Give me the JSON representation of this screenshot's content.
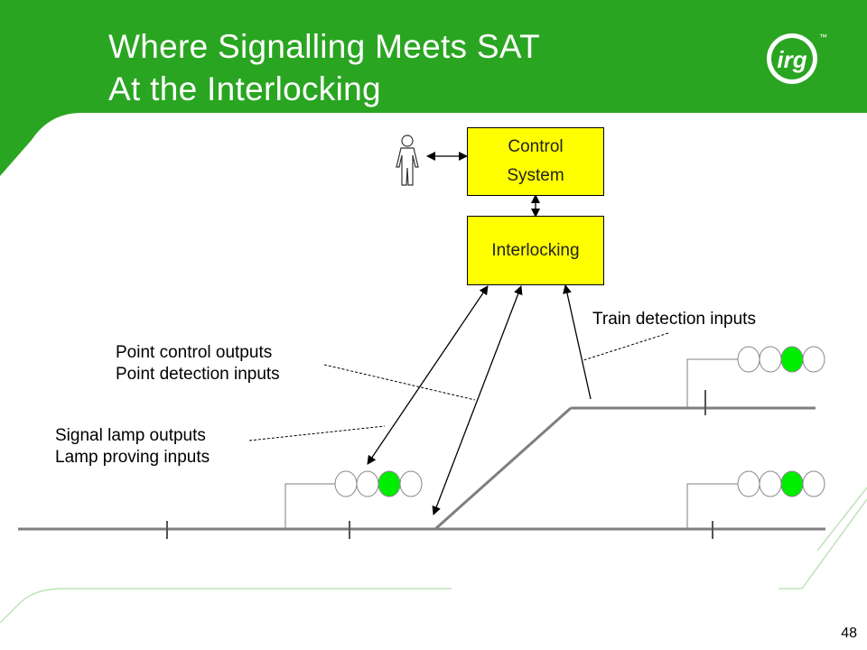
{
  "title": {
    "line1": "Where Signalling Meets SAT",
    "line2": "At the Interlocking"
  },
  "logo": {
    "text": "irg",
    "tm": "™"
  },
  "boxes": {
    "control_line1": "Control",
    "control_line2": "System",
    "interlocking": "Interlocking"
  },
  "labels": {
    "train_detection": "Train detection inputs",
    "point_control": "Point control outputs",
    "point_detection": "Point detection inputs",
    "signal_lamp": "Signal lamp outputs",
    "lamp_proving": "Lamp proving inputs"
  },
  "signals": [
    {
      "name": "signal-lower-left",
      "lit_lamp": 3
    },
    {
      "name": "signal-upper-right",
      "lit_lamp": 3
    },
    {
      "name": "signal-lower-right",
      "lit_lamp": 3
    }
  ],
  "page_number": "48",
  "colors": {
    "header_green": "#2aa522",
    "box_yellow": "#ffff00",
    "lamp_green": "#00ee00",
    "track_gray": "#7f7f7f",
    "outline_green": "#bfe3b8"
  }
}
